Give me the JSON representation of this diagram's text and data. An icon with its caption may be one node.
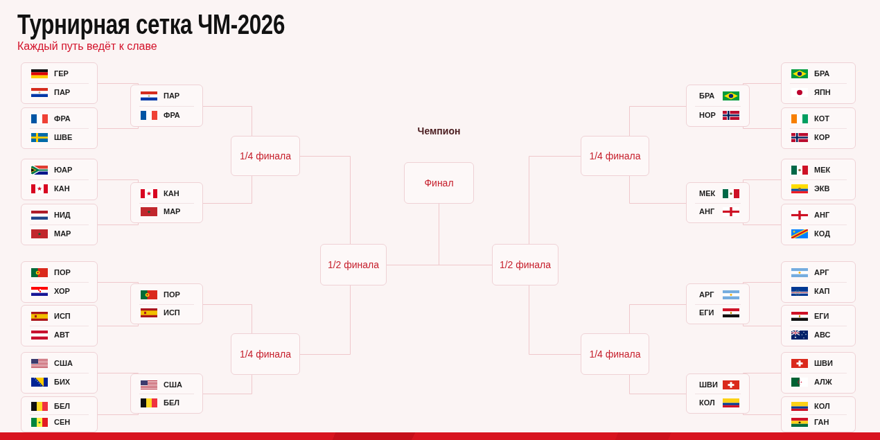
{
  "diagram": {
    "title": "Турнирная сетка ЧМ-2026",
    "nodes": [
      {
        "text": [
          "ГЕР",
          "ПАР"
        ]
      },
      {
        "text": [
          "ФРА",
          "ШВЕ"
        ]
      },
      {
        "text": [
          "ЮАР",
          "КАН"
        ]
      },
      {
        "text": [
          "НИД",
          "МАР"
        ]
      },
      {
        "text": [
          "ПОР",
          "ХОР"
        ]
      },
      {
        "text": [
          "ИСП",
          "АВТ"
        ]
      },
      {
        "text": [
          "США",
          "БИХ"
        ]
      },
      {
        "text": [
          "БЕЛ",
          "СЕН"
        ]
      },
      {
        "text": [
          "ПАР",
          "ФРА"
        ]
      },
      {
        "text": [
          "КАН",
          "МАР"
        ]
      },
      {
        "text": [
          "ПОР",
          "ИСП"
        ]
      },
      {
        "text": [
          "США",
          "БЕЛ"
        ]
      },
      {
        "text": [
          "1/4 финала"
        ]
      },
      {
        "text": [
          "1/4 финала"
        ]
      },
      {
        "text": [
          "1/2 финала"
        ]
      },
      {
        "text": [
          "Финал"
        ],
        "beside": [
          "Чемпион"
        ]
      },
      {
        "text": [
          "1/2 финала"
        ]
      },
      {
        "text": [
          "1/4 финала"
        ]
      },
      {
        "text": [
          "1/4 финала"
        ]
      },
      {
        "text": [
          "БРА",
          "НОР"
        ]
      },
      {
        "text": [
          "МЕК",
          "АНГ"
        ]
      },
      {
        "text": [
          "АРГ",
          "ЕГИ"
        ]
      },
      {
        "text": [
          "ШВИ",
          "КОЛ"
        ]
      },
      {
        "text": [
          "БРА",
          "ЯПН"
        ]
      },
      {
        "text": [
          "КОТ",
          "КОР"
        ]
      },
      {
        "text": [
          "МЕК",
          "ЭКВ"
        ]
      },
      {
        "text": [
          "АНГ",
          "КОД"
        ]
      },
      {
        "text": [
          "АРГ",
          "КАП"
        ]
      },
      {
        "text": [
          "ЕГИ",
          "АВС"
        ]
      },
      {
        "text": [
          "ШВИ",
          "АЛЖ"
        ]
      },
      {
        "text": [
          "КОЛ",
          "ГАН"
        ]
      }
    ],
    "edges": [
      {
        "from": 0,
        "to": 8,
        "arrow": "none"
      },
      {
        "from": 1,
        "to": 8,
        "arrow": "none"
      },
      {
        "from": 2,
        "to": 9,
        "arrow": "none"
      },
      {
        "from": 3,
        "to": 9,
        "arrow": "none"
      },
      {
        "from": 4,
        "to": 10,
        "arrow": "none"
      },
      {
        "from": 5,
        "to": 10,
        "arrow": "none"
      },
      {
        "from": 6,
        "to": 11,
        "arrow": "none"
      },
      {
        "from": 7,
        "to": 11,
        "arrow": "none"
      },
      {
        "from": 8,
        "to": 12,
        "arrow": "none"
      },
      {
        "from": 9,
        "to": 12,
        "arrow": "none"
      },
      {
        "from": 10,
        "to": 13,
        "arrow": "none"
      },
      {
        "from": 11,
        "to": 13,
        "arrow": "none"
      },
      {
        "from": 12,
        "to": 14,
        "arrow": "none"
      },
      {
        "from": 13,
        "to": 14,
        "arrow": "none"
      },
      {
        "from": 14,
        "to": 15,
        "arrow": "none"
      },
      {
        "from": 16,
        "to": 15,
        "arrow": "none"
      },
      {
        "from": 17,
        "to": 16,
        "arrow": "none"
      },
      {
        "from": 18,
        "to": 16,
        "arrow": "none"
      },
      {
        "from": 19,
        "to": 17,
        "arrow": "none"
      },
      {
        "from": 20,
        "to": 17,
        "arrow": "none"
      },
      {
        "from": 21,
        "to": 18,
        "arrow": "none"
      },
      {
        "from": 22,
        "to": 18,
        "arrow": "none"
      },
      {
        "from": 23,
        "to": 19,
        "arrow": "none"
      },
      {
        "from": 24,
        "to": 19,
        "arrow": "none"
      },
      {
        "from": 25,
        "to": 20,
        "arrow": "none"
      },
      {
        "from": 26,
        "to": 20,
        "arrow": "none"
      },
      {
        "from": 27,
        "to": 21,
        "arrow": "none"
      },
      {
        "from": 28,
        "to": 21,
        "arrow": "none"
      },
      {
        "from": 29,
        "to": 22,
        "arrow": "none"
      },
      {
        "from": 30,
        "to": 22,
        "arrow": "none"
      }
    ],
    "labels": [
      "Каждый путь ведёт к славе"
    ]
  }
}
